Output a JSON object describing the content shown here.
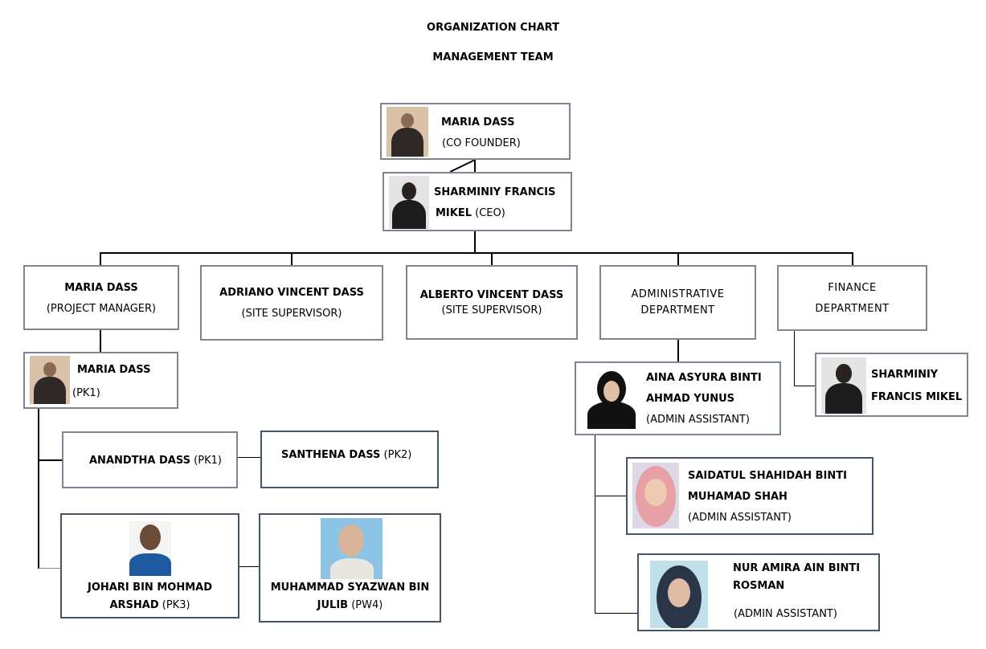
{
  "title": "ORGANIZATION CHART",
  "subtitle": "MANAGEMENT TEAM",
  "nodes": {
    "founder": {
      "name": "MARIA DASS",
      "role": "(CO FOUNDER)"
    },
    "ceo": {
      "name1": "SHARMINIY FRANCIS",
      "name2": "MIKEL",
      "role": "(CEO)"
    },
    "pm": {
      "name": "MARIA DASS",
      "role": "(PROJECT MANAGER)"
    },
    "adriano": {
      "name": "ADRIANO VINCENT DASS",
      "role": "(SITE SUPERVISOR)"
    },
    "alberto": {
      "name": "ALBERTO VINCENT DASS",
      "role": "(SITE SUPERVISOR)"
    },
    "admin": {
      "line1": "ADMINISTRATIVE",
      "line2": "DEPARTMENT"
    },
    "finance": {
      "line1": "FINANCE",
      "line2": "DEPARTMENT"
    },
    "pk1": {
      "name": "MARIA DASS",
      "role": "(PK1)"
    },
    "anandtha": {
      "name": "ANANDTHA DASS",
      "role": "(PK1)"
    },
    "santhena": {
      "name": "SANTHENA DASS",
      "role": "(PK2)"
    },
    "johari": {
      "name1": "JOHARI BIN MOHMAD",
      "name2": "ARSHAD",
      "role": "(PK3)"
    },
    "syazwan": {
      "name1": "MUHAMMAD SYAZWAN BIN",
      "name2": "JULIB",
      "role": "(PW4)"
    },
    "aina": {
      "name1": "AINA ASYURA BINTI",
      "name2": "AHMAD YUNUS",
      "role": "(ADMIN ASSISTANT)"
    },
    "saidatul": {
      "name1": "SAIDATUL SHAHIDAH BINTI",
      "name2": "MUHAMAD SHAH",
      "role": "(ADMIN ASSISTANT)"
    },
    "nur": {
      "name1": "NUR AMIRA AIN BINTI",
      "name2": "ROSMAN",
      "role": "(ADMIN ASSISTANT)"
    },
    "fin_staff": {
      "name1": "SHARMINIY",
      "name2": "FRANCIS MIKEL"
    }
  }
}
